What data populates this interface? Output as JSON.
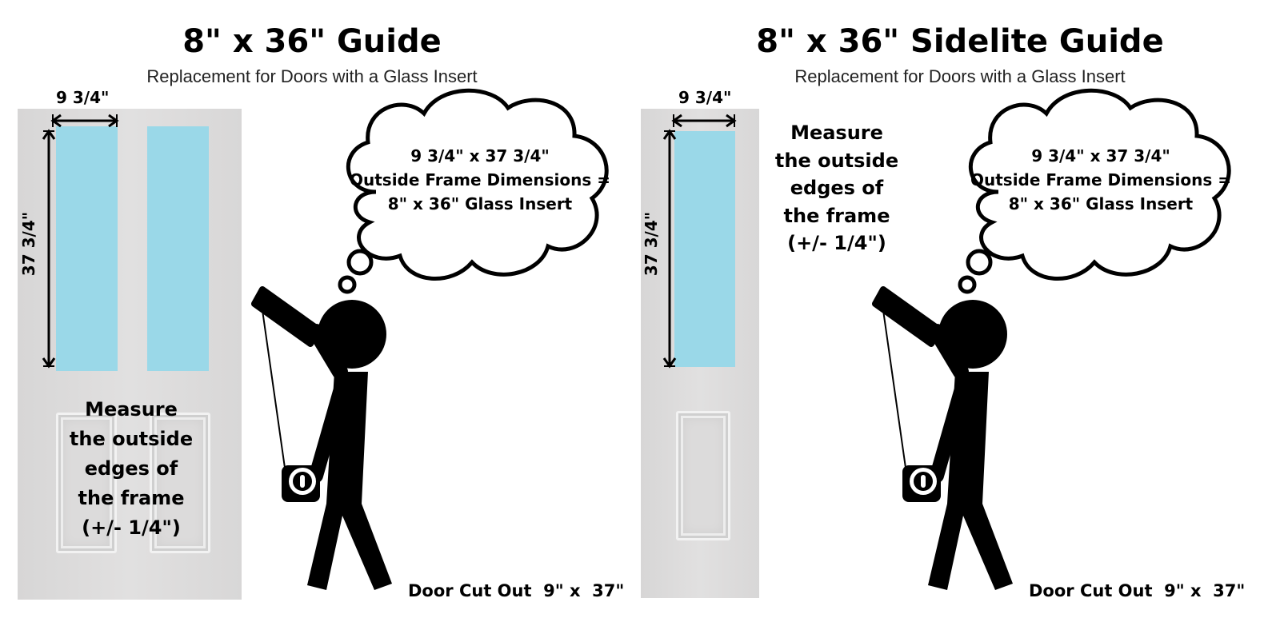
{
  "left": {
    "title": "8\" x 36\" Guide",
    "subtitle": "Replacement for Doors with a Glass Insert",
    "width_label": "9 3/4\"",
    "height_label": "37 3/4\"",
    "measure_lines": [
      "Measure",
      "the outside",
      "edges of",
      "the frame",
      "(+/- 1/4\")"
    ],
    "bubble_lines": [
      "9 3/4\" x 37 3/4\"",
      "Outside Frame Dimensions =",
      "8\" x 36\" Glass Insert"
    ],
    "cutout_label": "Door Cut Out  9\" x  37\""
  },
  "right": {
    "title": "8\" x 36\" Sidelite Guide",
    "subtitle": "Replacement for Doors with a Glass Insert",
    "width_label": "9 3/4\"",
    "height_label": "37 3/4\"",
    "measure_lines": [
      "Measure",
      "the outside",
      "edges of",
      "the frame",
      "(+/- 1/4\")"
    ],
    "bubble_lines": [
      "9 3/4\" x 37 3/4\"",
      "Outside Frame Dimensions =",
      "8\" x 36\" Glass Insert"
    ],
    "cutout_label": "Door Cut Out  9\" x  37\""
  },
  "colors": {
    "glass": "#9ad8e8",
    "door": "#dedddd",
    "ink": "#000000"
  },
  "icons": [
    "double-arrow-icon",
    "stick-figure-icon",
    "tape-measure-icon",
    "thought-bubble-icon"
  ]
}
